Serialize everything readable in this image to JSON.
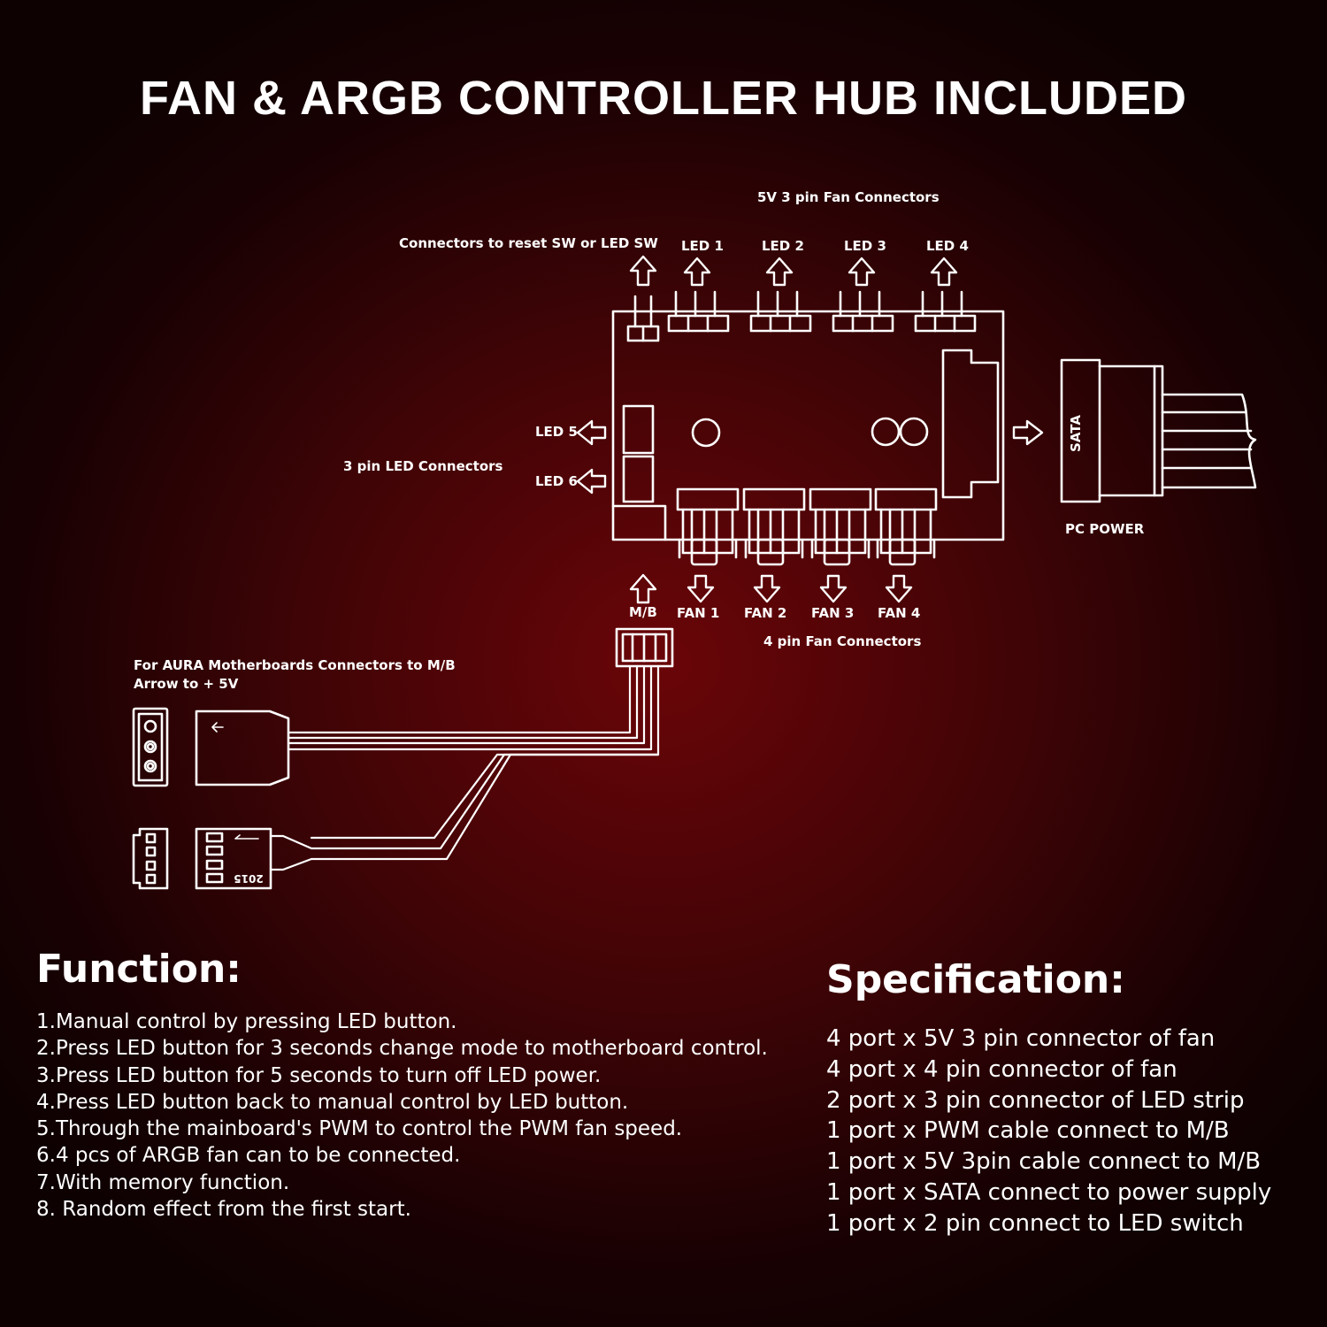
{
  "title": "FAN & ARGB CONTROLLER HUB INCLUDED",
  "labels": {
    "fan3pin": "5V 3 pin Fan Connectors",
    "reset_sw": "Connectors to reset SW or LED SW",
    "led1": "LED 1",
    "led2": "LED 2",
    "led3": "LED 3",
    "led4": "LED 4",
    "led5": "LED 5",
    "led6": "LED 6",
    "led_3pin": "3 pin LED Connectors",
    "sata": "SATA",
    "pc_power": "PC POWER",
    "mb": "M/B",
    "fan1": "FAN 1",
    "fan2": "FAN 2",
    "fan3": "FAN 3",
    "fan4": "FAN 4",
    "fan4pin": "4 pin Fan Connectors",
    "aura_line1": "For AURA Motherboards Connectors to M/B",
    "aura_line2": "Arrow to + 5V",
    "plug_marking": "2015"
  },
  "function": {
    "title": "Function:",
    "items": [
      "1.Manual control by pressing LED button.",
      "2.Press LED button for 3 seconds change mode to motherboard control.",
      "3.Press LED button for 5 seconds to turn off LED power.",
      "4.Press LED button back to manual control by LED button.",
      "5.Through the mainboard's PWM to control the PWM fan speed.",
      "6.4 pcs of ARGB fan can to be connected.",
      "7.With memory function.",
      "8. Random effect from the first start."
    ]
  },
  "specification": {
    "title": "Specification:",
    "items": [
      "4 port x 5V 3 pin connector of fan",
      "4 port x 4 pin connector of fan",
      "2 port x 3 pin connector of LED strip",
      "1 port x PWM cable connect to M/B",
      "1 port x 5V 3pin cable connect to M/B",
      "1 port x SATA connect to power supply",
      "1 port x 2 pin connect to LED switch"
    ]
  }
}
